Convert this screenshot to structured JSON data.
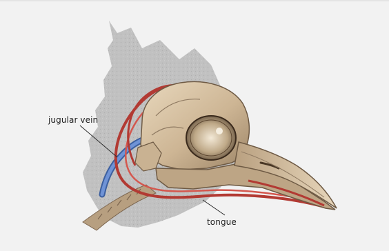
{
  "labels": {
    "jugular_vein": "jugular vein",
    "tongue": "tongue"
  },
  "colors": {
    "background": "#f2f2f2",
    "feather_patch": "#bfbfbf",
    "bone": "#d8c3a4",
    "bone_shadow": "#8f7a62",
    "tongue": "#c8453d",
    "jugular_vein": "#5a7fc4",
    "leader_line": "#2a2a2a"
  },
  "icons": {
    "subject": "woodpecker-skull-illustration"
  }
}
